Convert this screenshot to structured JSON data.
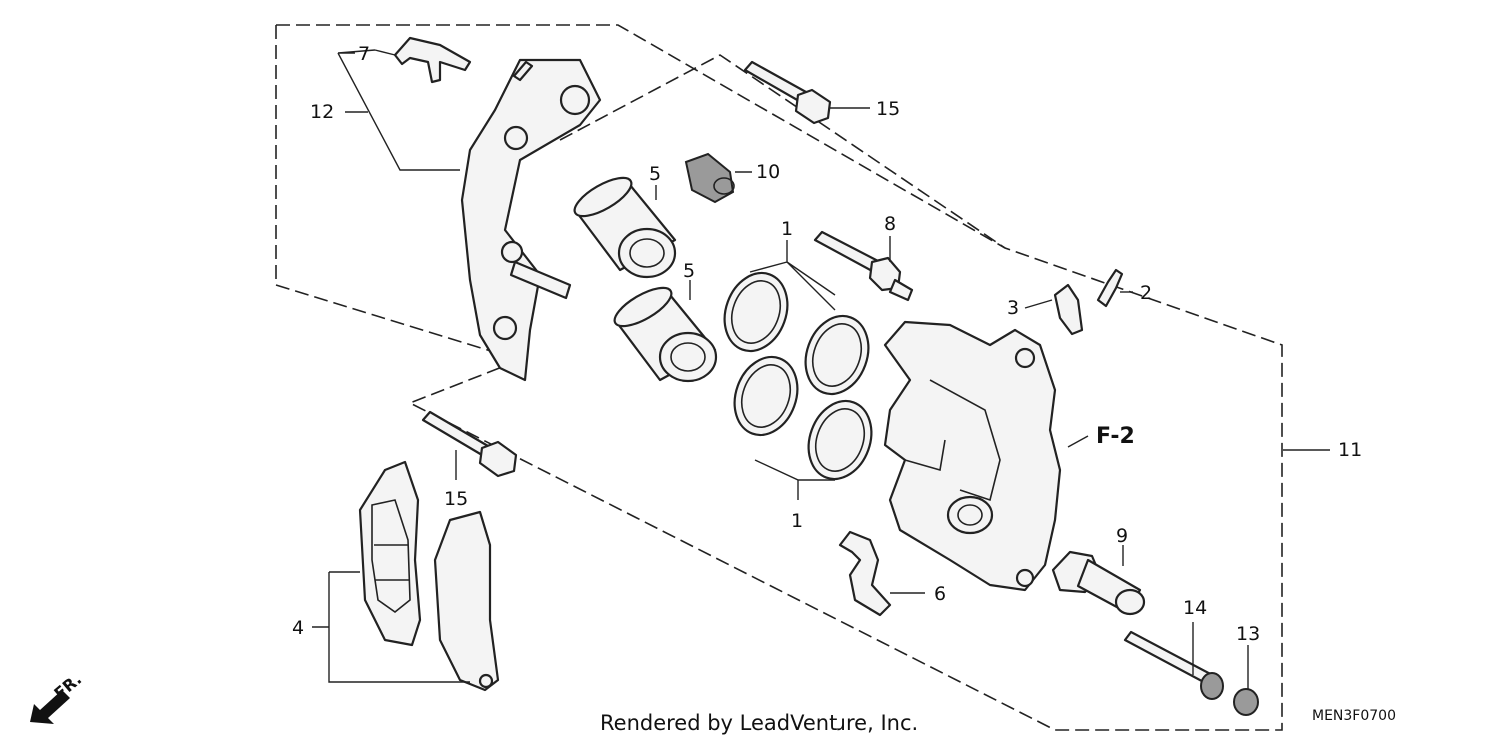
{
  "diagram": {
    "callouts": [
      {
        "id": "c1a",
        "text": "1"
      },
      {
        "id": "c1b",
        "text": "1"
      },
      {
        "id": "c2",
        "text": "2"
      },
      {
        "id": "c3",
        "text": "3"
      },
      {
        "id": "c4",
        "text": "4"
      },
      {
        "id": "c5a",
        "text": "5"
      },
      {
        "id": "c5b",
        "text": "5"
      },
      {
        "id": "c6",
        "text": "6"
      },
      {
        "id": "c7",
        "text": "7"
      },
      {
        "id": "c8",
        "text": "8"
      },
      {
        "id": "c9",
        "text": "9"
      },
      {
        "id": "c10",
        "text": "10"
      },
      {
        "id": "c11",
        "text": "11"
      },
      {
        "id": "c12",
        "text": "12"
      },
      {
        "id": "c13",
        "text": "13"
      },
      {
        "id": "c14",
        "text": "14"
      },
      {
        "id": "c15a",
        "text": "15"
      },
      {
        "id": "c15b",
        "text": "15"
      }
    ],
    "reference_label": "F-2",
    "front_indicator": "FR.",
    "credit": "Rendered by LeadVentɹre, Inc.",
    "diagram_code": "MEN3F0700"
  }
}
